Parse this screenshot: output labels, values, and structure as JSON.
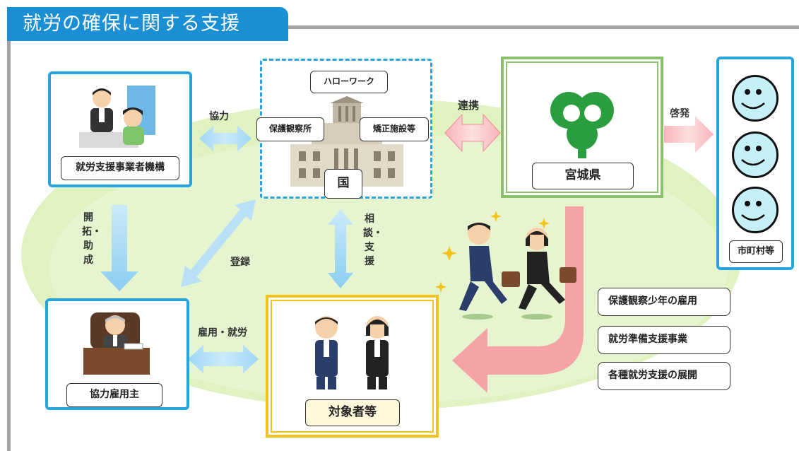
{
  "title": "就労の確保に関する支援",
  "nodes": {
    "support_org": "就労支援事業者機構",
    "hello_work": "ハローワーク",
    "probation_office": "保護観察所",
    "correctional": "矯正施設等",
    "kuni": "国",
    "miyagi": "宮城県",
    "municipal": "市町村等",
    "employer": "協力雇用主",
    "target": "対象者等"
  },
  "edges": {
    "cooperation": "協力",
    "liaison": "連携",
    "enlighten": "啓発",
    "develop_subsidize": "開拓・助成",
    "registration": "登録",
    "consult_support": "相談・支援",
    "employ_work": "雇用・就労"
  },
  "measures": [
    "保護観察少年の雇用",
    "就労準備支援事業",
    "各種就労支援の展開"
  ],
  "colors": {
    "accent_blue": "#27a4dd",
    "title_blue": "#1b8fd3",
    "green": "#8cc06b",
    "gold": "#f0c419",
    "pink_arrow": "#f6a3a8"
  }
}
